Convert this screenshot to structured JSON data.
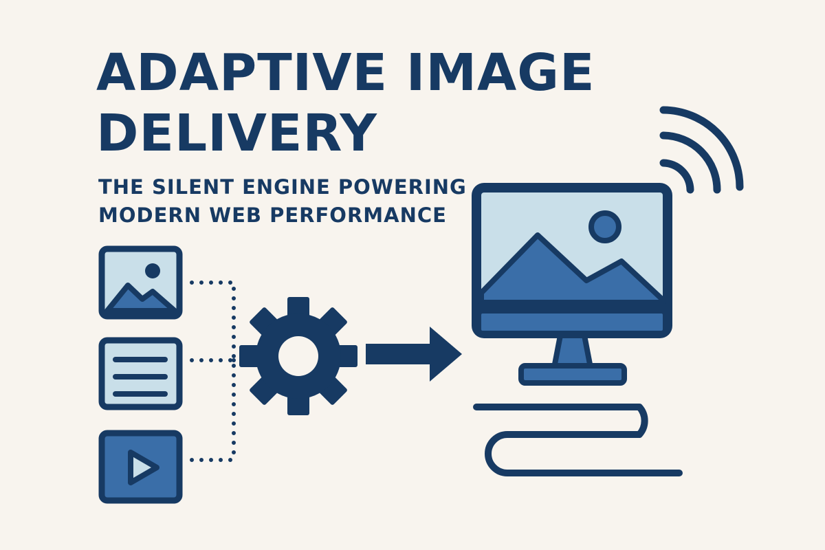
{
  "title": {
    "line1": "ADAPTIVE IMAGE",
    "line2": "DELIVERY"
  },
  "subtitle": {
    "line1": "THE SILENT ENGINE POWERING",
    "line2": "MODERN WEB PERFORMANCE"
  },
  "colors": {
    "navy": "#173a63",
    "blue": "#3a6ea8",
    "light_blue": "#c9dfe9",
    "background": "#f8f4ee"
  },
  "icons": {
    "inputs": [
      "image-file-icon",
      "text-document-icon",
      "video-play-icon"
    ],
    "processor": "gear-icon",
    "connector": "arrow-right-icon",
    "output": "monitor-icon",
    "signal": "wireless-signal-icon",
    "cable": "cable-line-icon"
  }
}
